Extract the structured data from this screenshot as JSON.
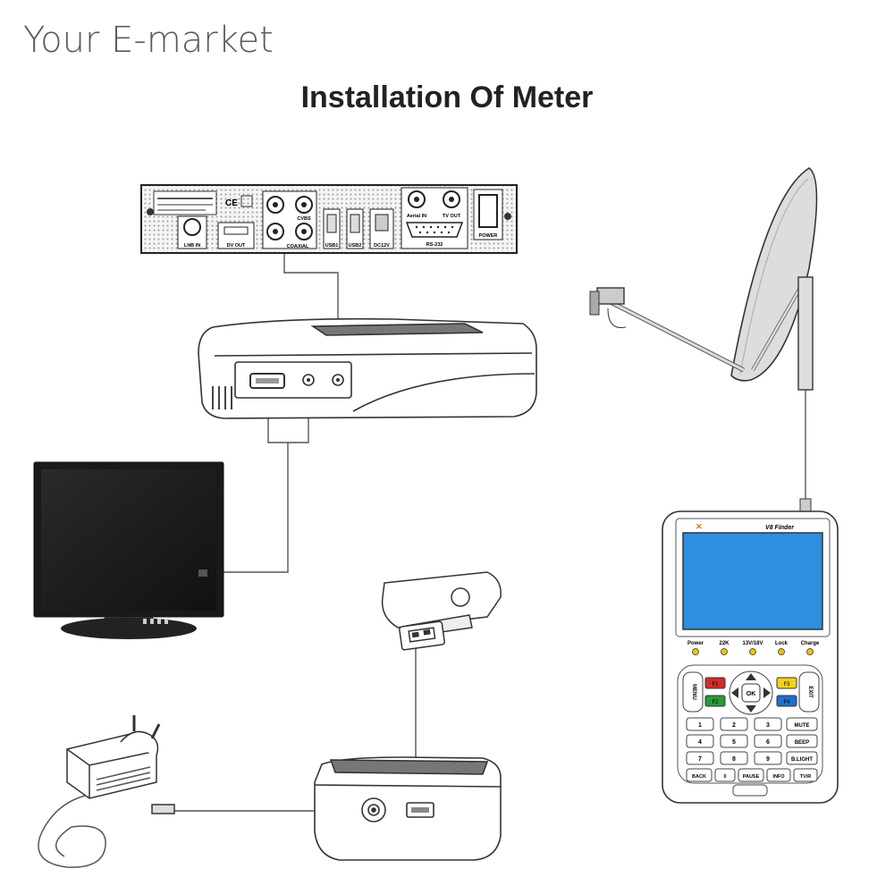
{
  "brand": "Your E-market",
  "title": "Installation Of Meter",
  "receiver": {
    "ports": {
      "lnb_in": "LNB IN",
      "dv_out": "DV OUT",
      "cvbs": "CVBS",
      "coaxial": "COAXIAL",
      "usb1": "USB1",
      "usb2": "USB2",
      "dc12v": "DC12V",
      "aerial_in": "Aerial IN",
      "tv_out": "TV OUT",
      "rs232": "RS-232",
      "power": "POWER",
      "ce": "CE"
    }
  },
  "meter": {
    "model": "V8 Finder",
    "indicators": [
      "Power",
      "22K",
      "13V/18V",
      "Lock",
      "Charge"
    ],
    "menu_key": "MENU",
    "exit_key": "EXIT",
    "ok_key": "OK",
    "fkeys": [
      "F1",
      "F2",
      "F3",
      "F4"
    ],
    "keypad": [
      [
        "1",
        "2",
        "3",
        "MUTE"
      ],
      [
        "4",
        "5",
        "6",
        "BEEP"
      ],
      [
        "7",
        "8",
        "9",
        "B.LIGHT"
      ],
      [
        "BACK",
        "0",
        "PAUSE",
        "INFO",
        "TV/R"
      ]
    ],
    "colors": {
      "screen": "#2e8ee0",
      "f1": "#d42a2a",
      "f2": "#2a9a3a",
      "f3": "#f2d21a",
      "f4": "#1f6fd0",
      "led": "#f2c200"
    }
  },
  "tv": {
    "buttons": 4
  }
}
